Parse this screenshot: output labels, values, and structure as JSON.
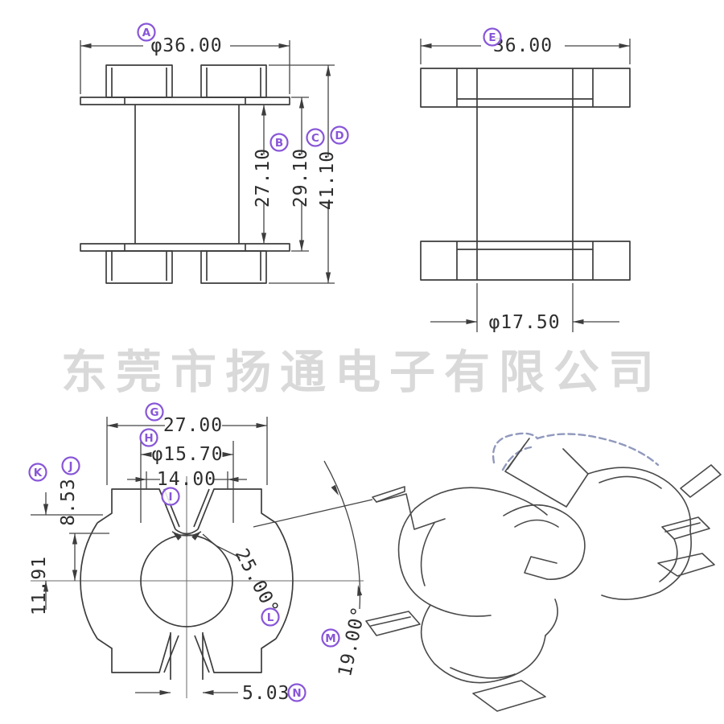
{
  "watermark": {
    "text": "东莞市扬通电子有限公司"
  },
  "colors": {
    "line": "#3d3d3d",
    "dimension_label_accent": "#8856d8",
    "watermark_gray": "#d9d9d9",
    "sketch_blue": "#9099bd"
  },
  "views": {
    "front": {
      "dims": [
        {
          "label": "A",
          "value": "φ36.00"
        },
        {
          "label": "B",
          "value": "27.10"
        },
        {
          "label": "C",
          "value": "29.10"
        },
        {
          "label": "D",
          "value": "41.10"
        }
      ]
    },
    "side": {
      "dims": [
        {
          "label": "E",
          "value": "36.00"
        },
        {
          "value": "φ17.50"
        }
      ]
    },
    "top": {
      "dims": [
        {
          "label": "G",
          "value": "27.00"
        },
        {
          "label": "H",
          "value": "φ15.70"
        },
        {
          "label": "I",
          "value": "14.00"
        },
        {
          "label": "J",
          "value": "8.53"
        },
        {
          "label": "K",
          "value": "11.91"
        },
        {
          "label": "L",
          "value": "25.00°"
        },
        {
          "label": "M",
          "value": "19.00°"
        },
        {
          "label": "N",
          "value": "5.03"
        }
      ]
    }
  }
}
